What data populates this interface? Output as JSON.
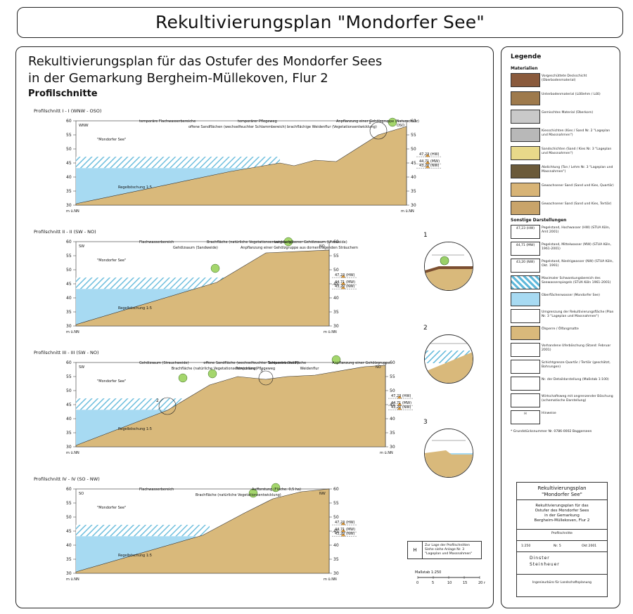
{
  "header": {
    "title": "Rekultivierungsplan \"Mondorfer See\""
  },
  "main": {
    "title_line1": "Rekultivierungsplan für das Ostufer des Mondorfer Sees",
    "title_line2": "in der Gemarkung Bergheim-Müllekoven, Flur 2",
    "subtitle": "Profilschnitte",
    "axis_unit": "m ü.NN",
    "lake_label": "\"Mondorfer See\"",
    "flood_label": "Flachwasserbereich",
    "profiles": [
      {
        "title": "Profilschnitt I - I (WNW - OSO)",
        "left_dir": "WNW",
        "right_dir": "OSO",
        "levels": [
          "47,23 (HW)",
          "44,71 (MW)",
          "43,20 (NW)"
        ],
        "slope_label": "Regelböschung 1:5",
        "annotations": [
          "temporäre Flachwasserbereiche",
          "offene Sandflächen (wechselfeuchter Schlammbereich)",
          "temporärer Pflegeweg",
          "brachflächige Weidenflur (Vegetationsentwicklung)",
          "Anpflanzung einer Gehölzgruppe (Naturschutz)"
        ],
        "detail_no": "1"
      },
      {
        "title": "Profilschnitt II - II (SW - NO)",
        "left_dir": "SW",
        "right_dir": "NO",
        "levels": [
          "47,23 (HW)",
          "44,71 (MW)",
          "43,20 (NW)"
        ],
        "slope_label": "Regelböschung 1:5",
        "annotations": [
          "Flachwasserbereich",
          "Gehölzsaum (Sandweide)",
          "Brachfläche (natürliche Vegetationsentwicklung)",
          "Anpflanzung einer Gehölzgruppe aus dornentragenden Sträuchern",
          "vorgeschobener Gehölzsaum (Uferweide)"
        ],
        "detail_no": ""
      },
      {
        "title": "Profilschnitt III - III (SW - NO)",
        "left_dir": "SW",
        "right_dir": "NO",
        "levels": [
          "47,23 (HW)",
          "44,71 (MW)",
          "43,20 (NW)"
        ],
        "slope_label": "Regelböschung 1:5",
        "annotations": [
          "Gehölzsaum (Strauchweide)",
          "Brachfläche (natürliche Vegetationsentwicklung)",
          "offene Sandfläche (wechselfeuchter Schlammbereich)",
          "Temporärer Pflegeweg",
          "Temporäre Stellfläche",
          "Weidenflur",
          "Anpflanzung einer Gehölzgruppe"
        ],
        "detail_no_a": "2",
        "detail_no_b": "3"
      },
      {
        "title": "Profilschnitt IV - IV (SO - NW)",
        "left_dir": "SO",
        "right_dir": "NW",
        "levels": [
          "47,23 (HW)",
          "44,71 (MW)",
          "43,20 (NW)"
        ],
        "slope_label": "Regelböschung 1:5",
        "annotations": [
          "Flachwasserbereich",
          "Brachfläche (natürliche Vegetationsentwicklung)",
          "Aufforstung (Fläche: 0,5 ha)"
        ],
        "detail_no": ""
      }
    ],
    "note": {
      "letter": "H",
      "text": "Zur Lage der Profilschnitten Siehe siehe Anlage Nr. 3 \"Lageplan und Massnahmen\""
    },
    "scale": {
      "label": "Maßstab 1:250",
      "ticks": [
        "0",
        "5",
        "10",
        "15",
        "20 m"
      ]
    }
  },
  "legend": {
    "title": "Legende",
    "materials_title": "Materialien",
    "materials": [
      {
        "label": "Vorgeschüttete Deckschicht (Oberbodenmaterial)",
        "color": "#8a5a3c"
      },
      {
        "label": "Unterbodenmaterial (Lößlehm / Löß)",
        "color": "#9e7a4c"
      },
      {
        "label": "Gemischtes Material (Überkorn)",
        "color": "#c9c9c9"
      },
      {
        "label": "Kiesschichten (Kies / Sand Nr. 2 \"Lageplan und Massnahmen\")",
        "color": "#b8b8b8"
      },
      {
        "label": "Sandschichten (Sand / Kies Nr. 3 \"Lageplan und Massnahmen\")",
        "color": "#e8d98a"
      },
      {
        "label": "Abdichtung (Ton / Lehm Nr. 3 \"Lageplan und Massnahmen\")",
        "color": "#6b5a3a"
      },
      {
        "label": "Gewachsener Sand (Sand und Kies, Quartär)",
        "color": "#d8b476"
      },
      {
        "label": "Gewachsener Sand (Sand und Kies, Tertiär)",
        "color": "#c9a46a"
      }
    ],
    "other_title": "Sonstige Darstellungen",
    "other": [
      {
        "label": "Pegelstand, Hochwasser (HW) (STUA Köln, Amt 2001)",
        "value": "47,23 (HW)"
      },
      {
        "label": "Pegelstand, Mittelwasser (MW) (STUA Köln, 1961-2001)",
        "value": "44,71 (MW)"
      },
      {
        "label": "Pegelstand, Niedrigwasser (NW) (STUA Köln, Okt. 1991)",
        "value": "43,20 (NW)"
      },
      {
        "label": "Maximaler Schwankungsbereich des Seewasserspiegels (STUA Köln 1961-2001)",
        "value": ""
      },
      {
        "label": "Oberflächenwasser (Mondorfer See)",
        "value": ""
      },
      {
        "label": "Umgrenzung der Rekultivierungsfläche (Plan Nr. 3 \"Lageplan und Massnahmen\")",
        "value": ""
      },
      {
        "label": "Ölsperre / Ölfangmatte",
        "value": ""
      },
      {
        "label": "Vorhandene Uferböschung (Stand: Februar 2001)",
        "value": ""
      },
      {
        "label": "Schichtgrenze Quartär / Tertiär (geschätzt, Bohrungen)",
        "value": ""
      },
      {
        "label": "Nr. der Detaildarstellung (Maßstab 1:100)",
        "value": ""
      },
      {
        "label": "Wirtschaftsweg mit angrenzender Böschung (schematische Darstellung)",
        "value": ""
      },
      {
        "label": "Hinweise",
        "value": "H"
      }
    ],
    "footnote": "* Grundstücksnummer Nr. 0786-0002 Baggerseen"
  },
  "titleblock": {
    "title1": "Rekultivierungsplan",
    "title2": "\"Mondorfer See\"",
    "desc1": "Rekultivierungsplan für das",
    "desc2": "Ostufer des Mondorfer Sees",
    "desc3": "in der Gemarkung",
    "desc4": "Bergheim-Müllekoven, Flur 2",
    "content": "Profilschnitte",
    "scale": "1:250",
    "sheet": "Nr. 5",
    "date": "Okt 2001",
    "office1": "Dinster",
    "office2": "Steinheuer",
    "footer": "Ingenieurbüro für Landschaftsplanung"
  },
  "colors": {
    "water": "#a7daf2",
    "ground": "#d9b97b",
    "hatch": "#5fb8da",
    "topsoil": "#7b4e30"
  }
}
